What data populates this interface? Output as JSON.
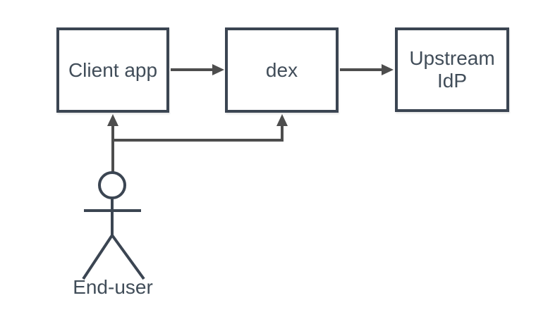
{
  "diagram": {
    "type": "flow-diagram",
    "background": "#ffffff",
    "colors": {
      "node_stroke": "#3b4552",
      "node_fill": "#ffffff",
      "label_text": "#414d59",
      "connector": "#4d4d4d",
      "actor_stroke": "#3b4552"
    },
    "nodes": [
      {
        "id": "client-app",
        "label": "Client app"
      },
      {
        "id": "dex",
        "label": "dex"
      },
      {
        "id": "upstream-idp",
        "label": "Upstream IdP"
      }
    ],
    "actor": {
      "id": "end-user",
      "label": "End-user"
    },
    "edges": [
      {
        "from": "Client app",
        "to": "dex"
      },
      {
        "from": "dex",
        "to": "Upstream IdP"
      },
      {
        "from": "End-user",
        "to": "Client app"
      },
      {
        "from": "End-user",
        "to": "dex"
      }
    ]
  }
}
